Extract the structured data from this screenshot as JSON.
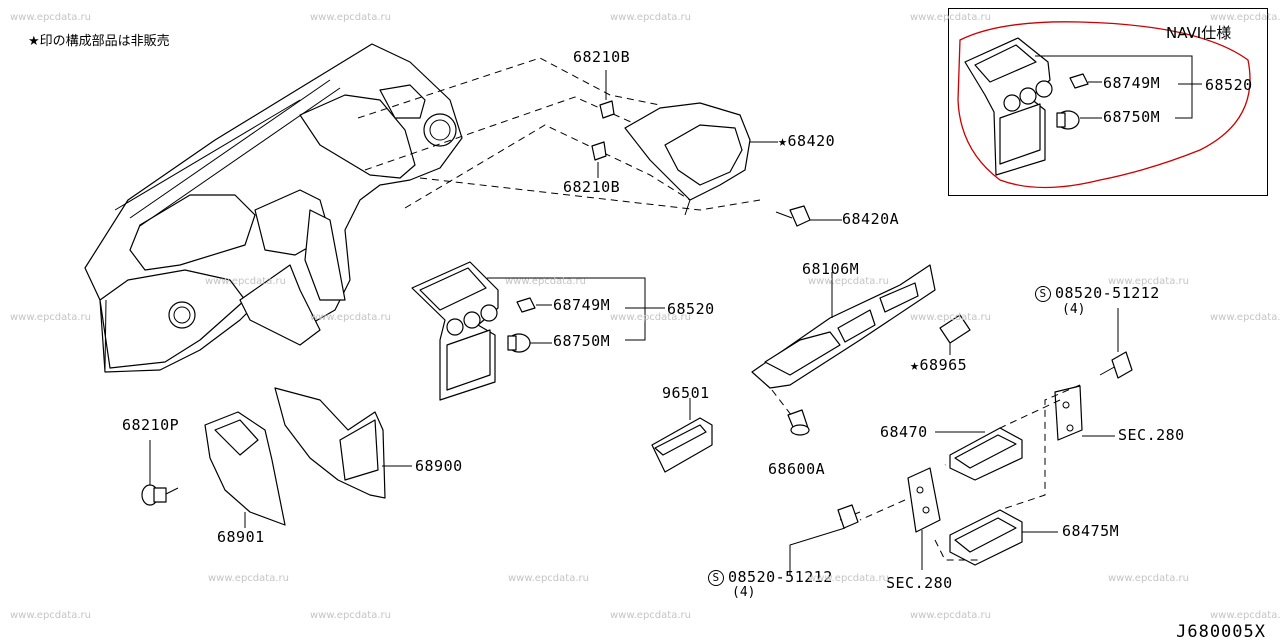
{
  "note": "★印の構成部品は非販売",
  "watermark": "www.epcdata.ru",
  "navi": {
    "title": "NAVI仕様"
  },
  "labels": {
    "p68210B_top": "68210B",
    "p68210B_bottom": "68210B",
    "p68420": "★68420",
    "p68420A": "68420A",
    "p68749M_navi": "68749M",
    "p68750M_navi": "68750M",
    "p68520_navi": "68520",
    "p68749M": "68749M",
    "p68750M": "68750M",
    "p68520": "68520",
    "p68106M": "68106M",
    "p68965": "★68965",
    "p08520_51212_top": "08520-51212",
    "p08520_51212_top_qty": "(4)",
    "p96501": "96501",
    "p68600A": "68600A",
    "p68470": "68470",
    "p_sec280_right": "SEC.280",
    "p68210P": "68210P",
    "p68900": "68900",
    "p68901": "68901",
    "p68475M": "68475M",
    "p08520_51212_bottom": "08520-51212",
    "p08520_51212_bottom_qty": "(4)",
    "p_sec280_bottom": "SEC.280",
    "bolt_marker": "S"
  },
  "diagram_code": "J680005X",
  "colors": {
    "ink": "#000000",
    "navi_outline": "#cc0000",
    "watermark": "#c4c4c4"
  }
}
